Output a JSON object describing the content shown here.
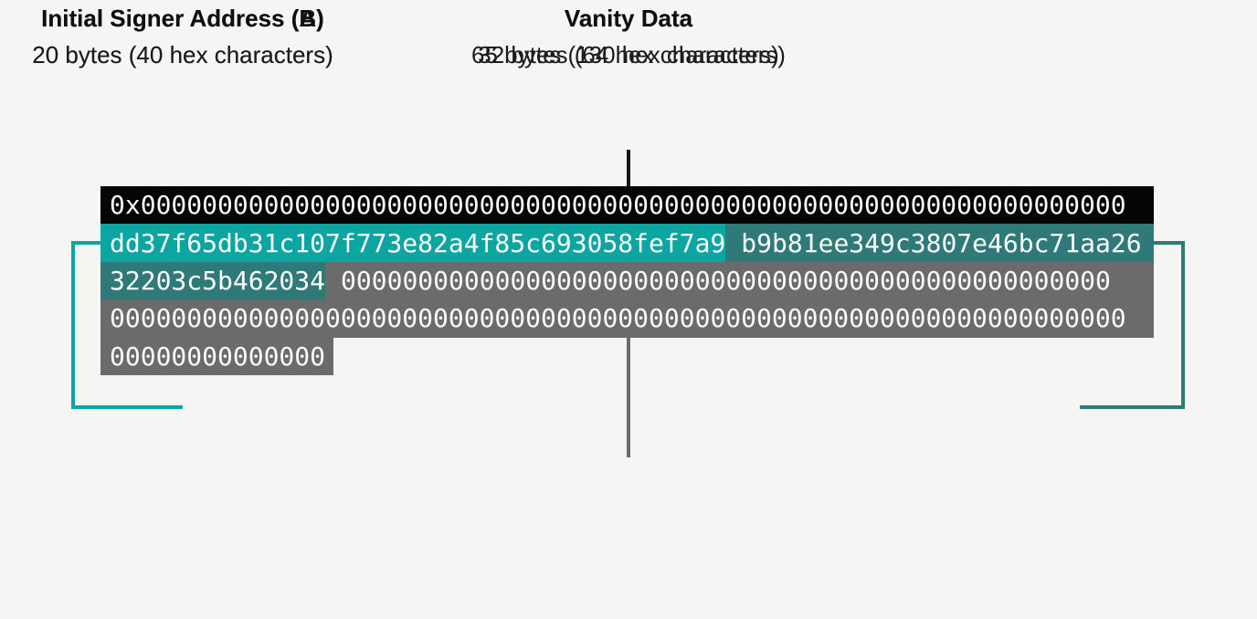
{
  "colors": {
    "background": "#f5f5f3",
    "zero_word_bar": "#050505",
    "signer_a_teal": "#0da5a2",
    "signer_b_teal": "#2f7a78",
    "padding_grey": "#6b6b6b",
    "hex_text": "#fafafa"
  },
  "top_label": {
    "title": "Vanity Data",
    "subtitle": "32 bytes (64 hex characters)"
  },
  "hex": {
    "row1": "0x0000000000000000000000000000000000000000000000000000000000000000",
    "signer_a": "dd37f65db31c107f773e82a4f85c693058fef7a9",
    "signer_b_part1": "b9b81ee349c3807e46bc71aa26",
    "signer_b_part2": "32203c5b462034",
    "zeros_row3": "00000000000000000000000000000000000000000000000000",
    "zeros_row4": "000000000000000000000000000000000000000000000000000000000000000000",
    "zeros_row5": "00000000000000"
  },
  "label_a": {
    "title": "Initial Signer Address (A)",
    "subtitle": "20 bytes (40 hex characters)"
  },
  "label_b": {
    "title": "Initial Signer Address (B)",
    "subtitle": "20 bytes (40 hex characters)"
  },
  "bottom_label": {
    "title": "Vanity Data",
    "subtitle": "65 bytes (130 hex characters)"
  }
}
